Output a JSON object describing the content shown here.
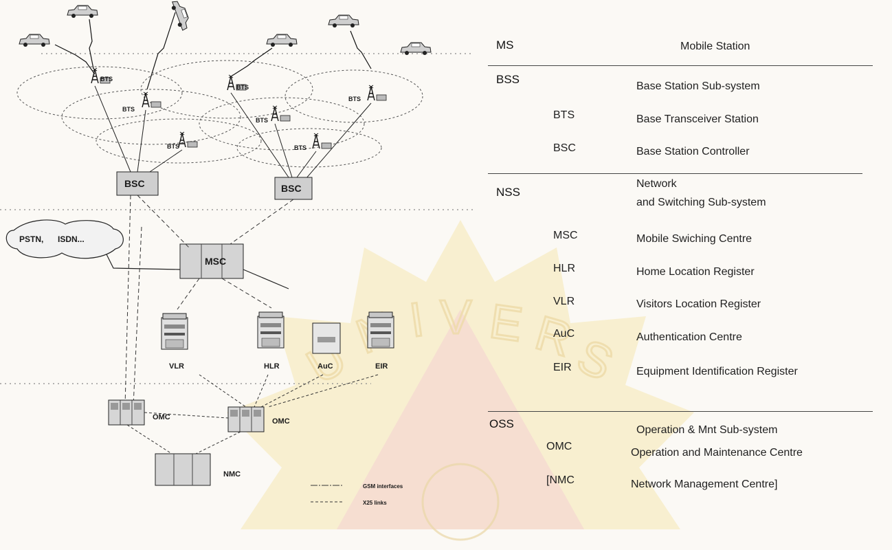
{
  "diagram": {
    "bts": "BTS",
    "bsc": "BSC",
    "msc": "MSC",
    "pstn": "PSTN,",
    "isdn": "ISDN...",
    "vlr": "VLR",
    "hlr": "HLR",
    "auc": "AuC",
    "eir": "EIR",
    "omc": "OMC",
    "nmc": "NMC",
    "legend": {
      "gsm": "GSM interfaces",
      "x25": "X25 links"
    }
  },
  "glossary": {
    "ms": {
      "abbr": "MS",
      "full": "Mobile Station"
    },
    "bss": {
      "abbr": "BSS",
      "full": "Base Station Sub-system"
    },
    "bts": {
      "abbr": "BTS",
      "full": "Base Transceiver Station"
    },
    "bsc": {
      "abbr": "BSC",
      "full": "Base Station Controller"
    },
    "nss": {
      "abbr": "NSS",
      "full_line1": "Network",
      "full_line2": "and Switching Sub-system"
    },
    "msc": {
      "abbr": "MSC",
      "full": "Mobile Swiching Centre"
    },
    "hlr": {
      "abbr": "HLR",
      "full": "Home Location Register"
    },
    "vlr": {
      "abbr": "VLR",
      "full": "Visitors Location Register"
    },
    "auc": {
      "abbr": "AuC",
      "full": "Authentication Centre"
    },
    "eir": {
      "abbr": "EIR",
      "full": "Equipment Identification Register"
    },
    "oss": {
      "abbr": "OSS",
      "full": "Operation & Mnt Sub-system"
    },
    "omc": {
      "abbr": "OMC",
      "full": "Operation and Maintenance Centre"
    },
    "nmc": {
      "abbr": "[NMC",
      "full": "Network Management Centre]"
    }
  },
  "colors": {
    "watermark_yellow": "#f6e7b0",
    "watermark_red": "#f5d2d2",
    "ink": "#1a1a1a"
  }
}
